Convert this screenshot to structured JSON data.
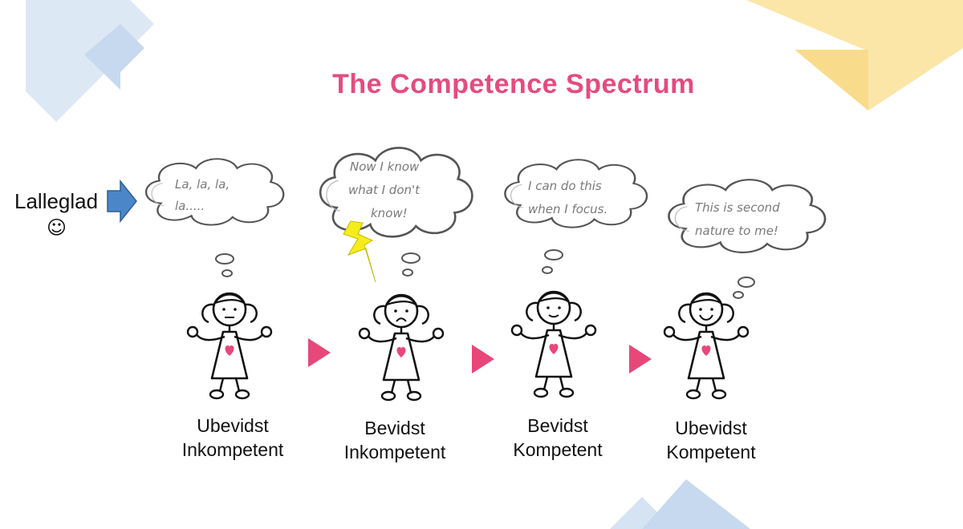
{
  "title": "The Competence Spectrum",
  "side_note": {
    "label": "Lalleglad",
    "emoji": "☺"
  },
  "stages": [
    {
      "thought_lines": [
        "La, la, la,",
        "la....."
      ],
      "caption_lines": [
        "Ubevidst",
        "Inkompetent"
      ],
      "expression": "neutral"
    },
    {
      "thought_lines": [
        "Now I know",
        "what I don't",
        "know!"
      ],
      "caption_lines": [
        "Bevidst",
        "Inkompetent"
      ],
      "expression": "frown",
      "lightning": true
    },
    {
      "thought_lines": [
        "I can do this",
        "when I focus."
      ],
      "caption_lines": [
        "Bevidst",
        "Kompetent"
      ],
      "expression": "slight-smile"
    },
    {
      "thought_lines": [
        "This is second",
        "nature to me!"
      ],
      "caption_lines": [
        "Ubevidst",
        "Kompetent"
      ],
      "expression": "smile"
    }
  ],
  "colors": {
    "title": "#e54b7f",
    "arrow": "#e8477a",
    "heart": "#e8477a",
    "side_arrow": "#4a86c8",
    "lightning": "#f5ec1c",
    "deco_blue": "#c9dcf0",
    "deco_yellow": "#fbe3a0"
  }
}
